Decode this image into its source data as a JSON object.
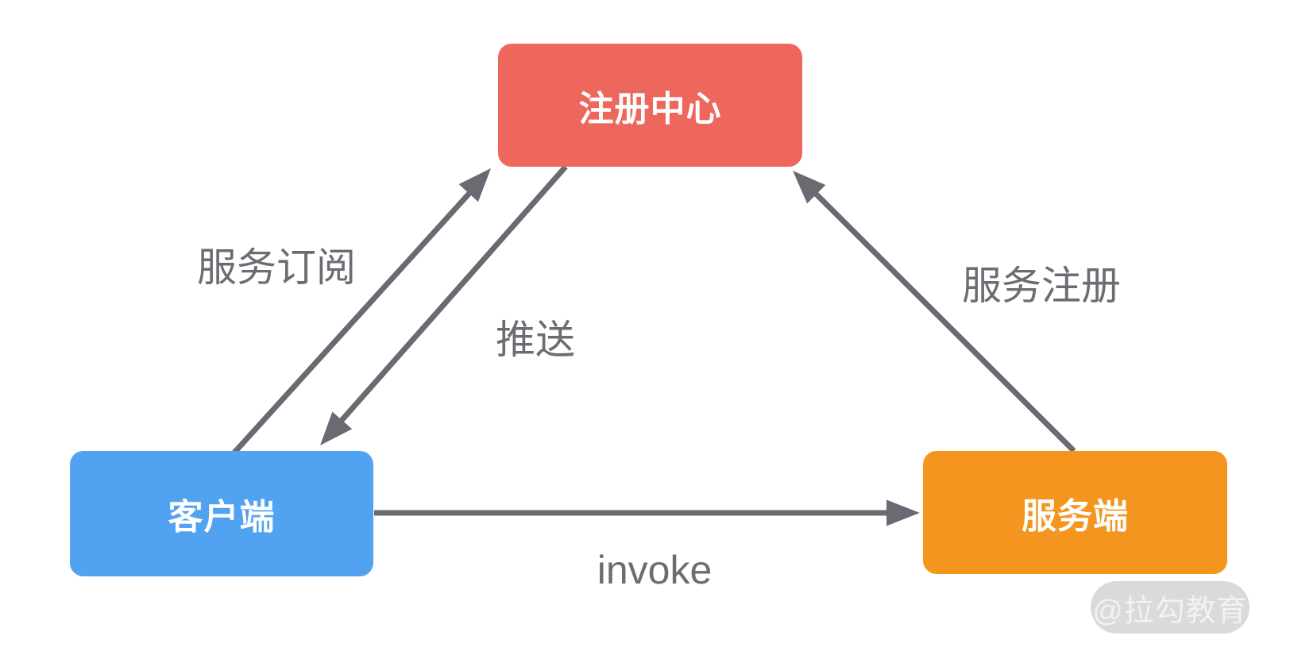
{
  "colors": {
    "canvas-bg": "#FFFFFF",
    "registry-bg": "#ED675C",
    "client-bg": "#51A2F0",
    "server-bg": "#F3951E",
    "node-text": "#FFFFFF",
    "arrow": "#6A6A73",
    "edge-label": "#6C6C72",
    "watermark-bg": "#DADADA",
    "watermark-text": "#F2F2F2"
  },
  "diagram": {
    "nodes": {
      "registry": {
        "label": "注册中心",
        "color": "#ED675C"
      },
      "client": {
        "label": "客户端",
        "color": "#51A2F0"
      },
      "server": {
        "label": "服务端",
        "color": "#F3951E"
      }
    },
    "edges": [
      {
        "label": "服务订阅",
        "from": "client",
        "to": "registry"
      },
      {
        "label": "推送",
        "from": "registry",
        "to": "client"
      },
      {
        "label": "服务注册",
        "from": "server",
        "to": "registry"
      },
      {
        "label": "invoke",
        "from": "client",
        "to": "server"
      }
    ],
    "watermark": "@拉勾教育"
  }
}
